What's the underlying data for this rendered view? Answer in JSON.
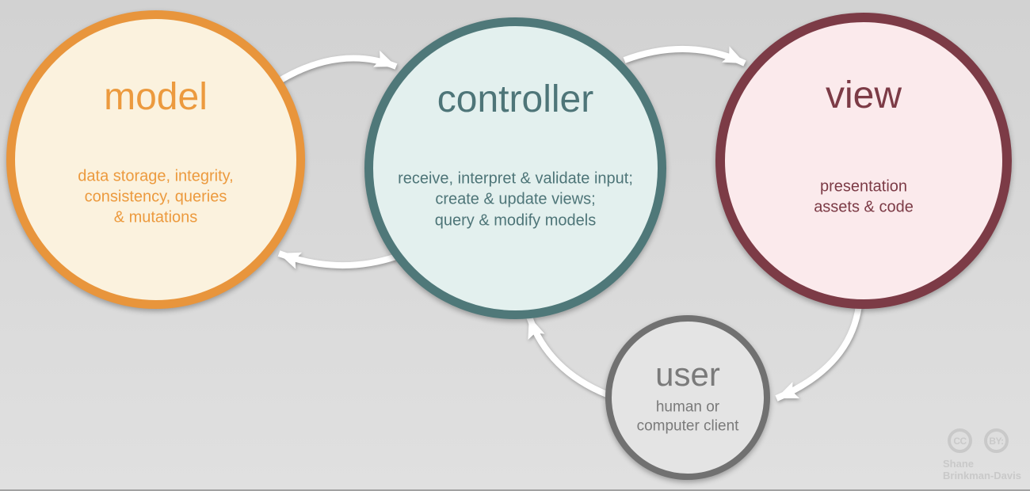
{
  "background": {
    "top": "#d2d2d2",
    "bottom": "#e0e0e0"
  },
  "nodes": {
    "model": {
      "title": "model",
      "description": "data storage, integrity,\nconsistency, queries\n& mutations",
      "border": "#E8953C",
      "fill": "#FBF2DE",
      "text": "#EC9A3E"
    },
    "controller": {
      "title": "controller",
      "description": "receive, interpret & validate input;\ncreate & update views;\nquery & modify models",
      "border": "#4F7879",
      "fill": "#E3F0EE",
      "text": "#4E7578"
    },
    "view": {
      "title": "view",
      "description": "presentation\nassets & code",
      "border": "#7C3B46",
      "fill": "#FBEAEC",
      "text": "#7C3B46"
    },
    "user": {
      "title": "user",
      "description": "human or\ncomputer client",
      "border": "#717171",
      "fill": "#E4E4E4",
      "text": "#7A7A7A"
    }
  },
  "arrows": {
    "color": "#FFFFFF",
    "connections": [
      {
        "from": "model",
        "to": "controller"
      },
      {
        "from": "controller",
        "to": "view"
      },
      {
        "from": "controller",
        "to": "model"
      },
      {
        "from": "view",
        "to": "user"
      },
      {
        "from": "user",
        "to": "controller"
      }
    ]
  },
  "attribution": {
    "color": "#c9c9c9",
    "cc_label": "CC",
    "by_label": "BY:",
    "name": "Shane\nBrinkman-Davis"
  }
}
